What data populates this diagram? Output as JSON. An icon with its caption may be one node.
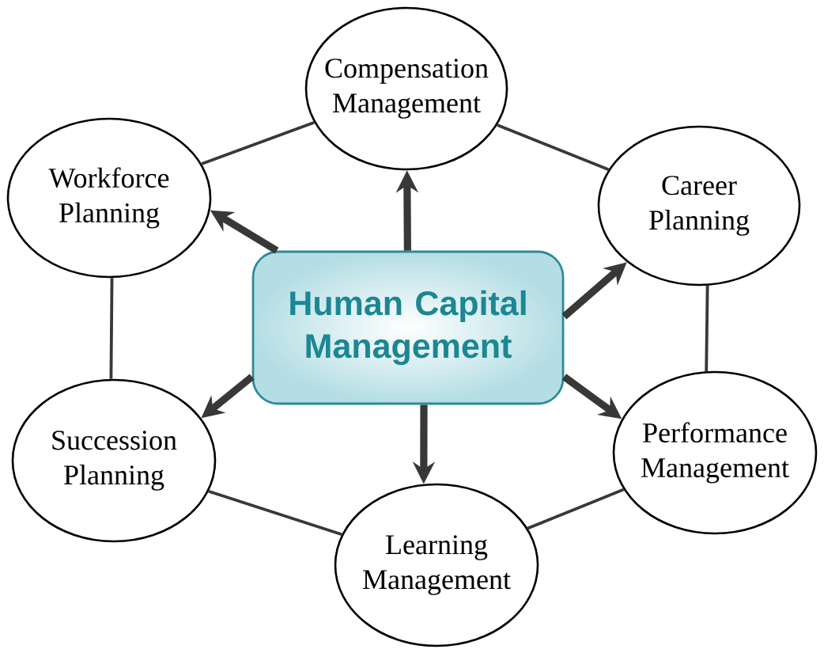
{
  "diagram": {
    "nodes": [
      {
        "text": [
          "Compensation Management"
        ]
      },
      {
        "text": [
          "Workforce Planning"
        ]
      },
      {
        "text": [
          "Career Planning"
        ]
      },
      {
        "text": [
          "Human Capital Management"
        ]
      },
      {
        "text": [
          "Succession Planning"
        ]
      },
      {
        "text": [
          "Performance Management"
        ]
      },
      {
        "text": [
          "Learning Management"
        ]
      }
    ],
    "edges": [
      {
        "from": 3,
        "to": 0,
        "arrow": "to",
        "style": "thick"
      },
      {
        "from": 3,
        "to": 1,
        "arrow": "to",
        "style": "thick"
      },
      {
        "from": 3,
        "to": 2,
        "arrow": "to",
        "style": "thick"
      },
      {
        "from": 3,
        "to": 4,
        "arrow": "to",
        "style": "thick"
      },
      {
        "from": 3,
        "to": 5,
        "arrow": "to",
        "style": "thick"
      },
      {
        "from": 3,
        "to": 6,
        "arrow": "to",
        "style": "thick"
      },
      {
        "from": 1,
        "to": 0,
        "arrow": "none"
      },
      {
        "from": 0,
        "to": 2,
        "arrow": "none"
      },
      {
        "from": 2,
        "to": 5,
        "arrow": "none"
      },
      {
        "from": 5,
        "to": 6,
        "arrow": "none"
      },
      {
        "from": 6,
        "to": 4,
        "arrow": "none"
      },
      {
        "from": 4,
        "to": 1,
        "arrow": "none"
      }
    ]
  }
}
